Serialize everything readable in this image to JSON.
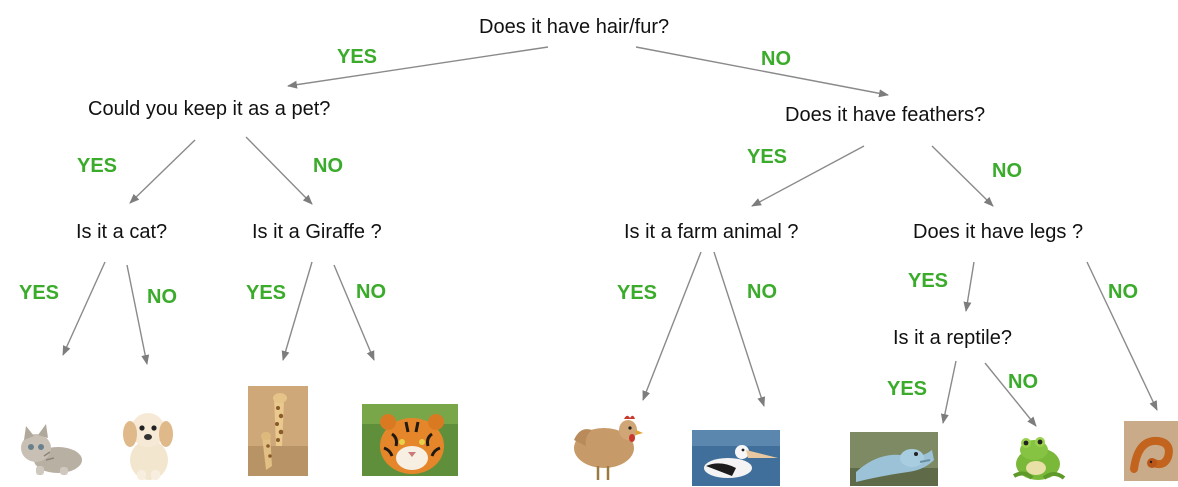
{
  "questions": {
    "root": "Does it have hair/fur?",
    "pet": "Could you keep it as a pet?",
    "feathers": "Does it have feathers?",
    "cat": "Is it a cat?",
    "giraffe": "Is it a Giraffe ?",
    "farm": "Is it a farm animal ?",
    "legs": "Does it have legs ?",
    "reptile": "Is it a reptile?"
  },
  "answers": {
    "yes": "YES",
    "no": "NO"
  },
  "leaves": [
    "kitten",
    "puppy",
    "giraffe",
    "tiger",
    "hen",
    "pelican",
    "lizard",
    "frog",
    "snake"
  ],
  "colors": {
    "answer": "#3aab2a",
    "text": "#111111",
    "arrow": "#8a8a8a"
  }
}
